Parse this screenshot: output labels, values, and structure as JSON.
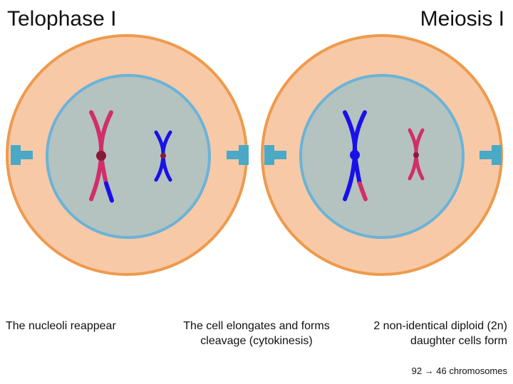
{
  "titles": {
    "left": "Telophase I",
    "right": "Meiosis I"
  },
  "captions": {
    "nucleoli": "The nucleoli reappear",
    "cytokinesis": "The cell elongates and forms cleavage (cytokinesis)",
    "daughter_cells": "2 non-identical diploid (2n) daughter cells form",
    "chromosome_count": "92 → 46 chromosomes"
  },
  "colors": {
    "cytoplasm": "#f8c9a6",
    "cell_membrane": "#ee9a4d",
    "nucleus": "#b4c3bf",
    "nuclear_envelope": "#6bb3d8",
    "centrosome": "#4aa9c6",
    "chromosome_pink": "#d12e6a",
    "chromosome_blue": "#1a10e8",
    "centromere": "#8a1a3c"
  },
  "icons": [
    "centrosome-icon",
    "chromosome-icon"
  ]
}
